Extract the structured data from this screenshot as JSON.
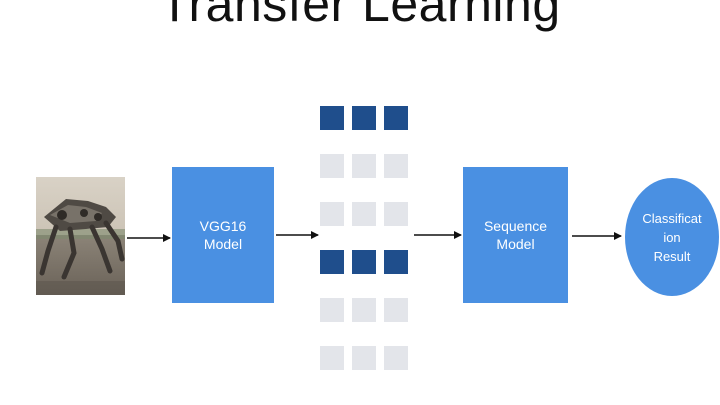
{
  "title": "Transfer Learning",
  "nodes": {
    "vgg_line1": "VGG16",
    "vgg_line2": "Model",
    "seq_line1": "Sequence",
    "seq_line2": "Model",
    "result_line1": "Classificat",
    "result_line2": "ion",
    "result_line3": "Result"
  },
  "feature_grid": {
    "rows": [
      "dark",
      "light",
      "light",
      "dark",
      "light",
      "light"
    ],
    "cols": 3
  },
  "colors": {
    "box": "#4a90e2",
    "dark_cell": "#1f4e8c",
    "light_cell": "#e3e5ea",
    "arrow": "#111111"
  },
  "icons": {
    "input_image": "robot-dog-photo"
  }
}
